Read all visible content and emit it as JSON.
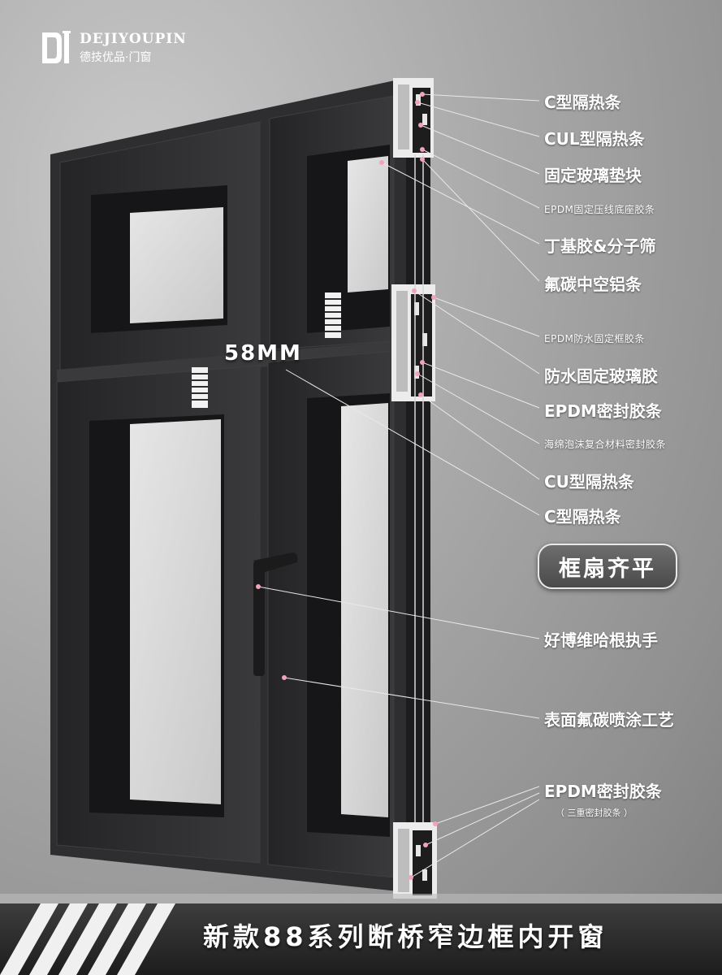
{
  "brand": {
    "name_en": "DEJIYOUPIN",
    "name_cn": "德技优品·门窗",
    "logo_icon": "dj-logo-icon"
  },
  "dimension_label": "58MM",
  "callouts": [
    {
      "text": "C型隔热条"
    },
    {
      "text": "CUL型隔热条"
    },
    {
      "text": "固定玻璃垫块"
    },
    {
      "text": "EPDM固定压线底座胶条"
    },
    {
      "text": "丁基胶&分子筛"
    },
    {
      "text": "氟碳中空铝条"
    },
    {
      "text": "EPDM防水固定框胶条"
    },
    {
      "text": "防水固定玻璃胶"
    },
    {
      "text": "EPDM密封胶条"
    },
    {
      "text": "海绵泡沫复合材料密封胶条"
    },
    {
      "text": "CU型隔热条"
    },
    {
      "text": "C型隔热条"
    },
    {
      "text": "好博维哈根执手"
    },
    {
      "text": "表面氟碳喷涂工艺"
    },
    {
      "text": "EPDM密封胶条"
    }
  ],
  "callout_note": "（ 三重密封胶条 ）",
  "feature_badge": "框扇齐平",
  "product_title": "新款88系列断桥窄边框内开窗",
  "colors": {
    "frame": "#2c2c2e",
    "glass": "#d8d8d8",
    "leader_line": "#e8e8e8",
    "dot": "#f3a3b8",
    "bottom_bar": "#262626"
  }
}
